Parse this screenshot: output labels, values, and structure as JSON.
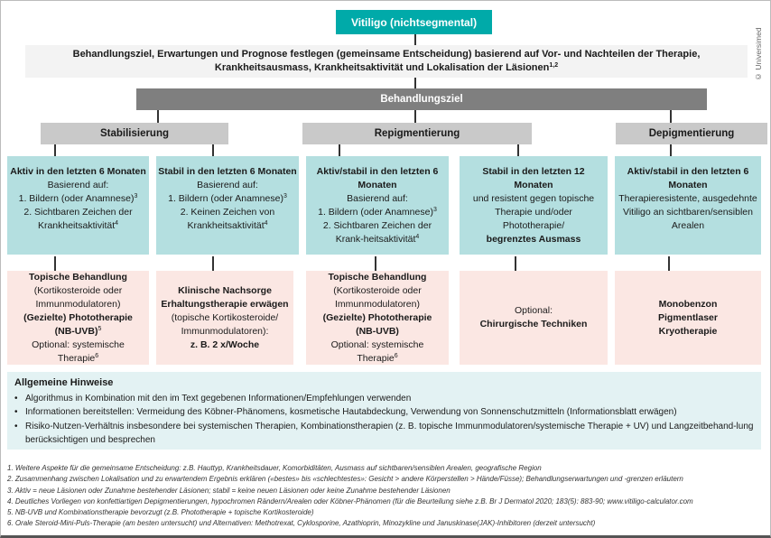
{
  "colors": {
    "title": "#00aaa9",
    "goal_bar": "#7f7f7f",
    "category": "#c9c9c9",
    "condition": "#b4dfe0",
    "therapy": "#fbe7e3",
    "notes": "#e3f2f3"
  },
  "copyright": "© Universimed",
  "title": "Vitiligo (nichtsegmental)",
  "goal": {
    "text": "Behandlungsziel, Erwartungen und Prognose festlegen (gemeinsame Entscheidung) basierend auf Vor- und Nachteilen der Therapie, Krankheitsausmass, Krankheitsaktivität und Lokalisation der Läsionen",
    "sup": "1,2"
  },
  "behandlungsziel": "Behandlungsziel",
  "categories": [
    "Stabilisierung",
    "Repigmentierung",
    "Depigmentierung"
  ],
  "conditions": [
    {
      "head": "Aktiv in den letzten 6 Monaten",
      "l1": "Basierend auf:",
      "l2": "1. Bildern (oder Anamnese)",
      "s2": "3",
      "l3": "2. Sichtbaren Zeichen der Krankheitsaktivität",
      "s3": "4"
    },
    {
      "head": "Stabil in den letzten 6 Monaten",
      "l1": "Basierend auf:",
      "l2": "1. Bildern (oder Anamnese)",
      "s2": "3",
      "l3": "2. Keinen Zeichen von Krankheitsaktivität",
      "s3": "4"
    },
    {
      "head": "Aktiv/stabil in den letzten 6 Monaten",
      "l1": "Basierend auf:",
      "l2": "1. Bildern (oder Anamnese)",
      "s2": "3",
      "l3": "2. Sichtbaren Zeichen der Krank-heitsaktivität",
      "s3": "4"
    },
    {
      "head": "Stabil in den letzten 12 Monaten",
      "l1": "und resistent gegen topische Therapie und/oder Phototherapie/",
      "bold": "begrenztes Ausmass"
    },
    {
      "head": "Aktiv/stabil in den letzten 6 Monaten",
      "l1": "Therapieresistente, ausgedehnte Vitiligo an sichtbaren/sensiblen Arealen"
    }
  ],
  "therapies": [
    {
      "b1": "Topische Behandlung",
      "t1": "(Kortikosteroide oder Immunmodulatoren)",
      "b2": "(Gezielte) Phototherapie (NB-UVB)",
      "s2": "5",
      "t2": "Optional: systemische Therapie",
      "s3": "6"
    },
    {
      "b1": "Klinische Nachsorge Erhaltungstherapie erwägen",
      "t1": "(topische Kortikosteroide/ Immunmodulatoren):",
      "b2": "z. B. 2 x/Woche"
    },
    {
      "b1": "Topische Behandlung",
      "t1": "(Kortikosteroide oder Immunmodulatoren)",
      "b2": "(Gezielte) Phototherapie (NB-UVB)",
      "t2": "Optional: systemische Therapie",
      "s3": "6"
    },
    {
      "t1": "Optional:",
      "b2": "Chirurgische Techniken"
    },
    {
      "b1": "Monobenzon",
      "b2": "Pigmentlaser",
      "b3": "Kryotherapie"
    }
  ],
  "hinweise": {
    "title": "Allgemeine Hinweise",
    "items": [
      "Algorithmus in Kombination mit den im Text gegebenen Informationen/Empfehlungen verwenden",
      "Informationen bereitstellen: Vermeidung des Köbner-Phänomens, kosmetische Hautabdeckung, Verwendung von Sonnenschutzmitteln (Informationsblatt erwägen)",
      "Risiko-Nutzen-Verhältnis insbesondere bei systemischen Therapien, Kombinationstherapien (z. B. topische Immunmodulatoren/systemische Therapie + UV) und Langzeitbehand-lung berücksichtigen und besprechen"
    ]
  },
  "footnotes": [
    "1. Weitere Aspekte für die gemeinsame Entscheidung: z.B. Hauttyp, Krankheitsdauer, Komorbiditäten, Ausmass auf sichtbaren/sensiblen Arealen, geografische Region",
    "2. Zusammenhang zwischen Lokalisation und zu erwartendem Ergebnis erklären («bestes» bis «schlechtestes»: Gesicht > andere Körperstellen > Hände/Füsse); Behandlungserwartungen und -grenzen erläutern",
    "3. Aktiv = neue Läsionen oder Zunahme bestehender Läsionen; stabil = keine neuen Läsionen oder keine Zunahme bestehender Läsionen",
    "4. Deutliches Vorliegen von konfettiartigen Depigmentierungen, hypochromen Rändern/Arealen oder Köbner-Phänomen (für die Beurteilung siehe z.B. Br J Dermatol 2020; 183(5): 883-90; www.vitiligo-calculator.com",
    "5. NB-UVB und Kombinationstherapie bevorzugt (z.B. Phototherapie + topische Kortikosteroide)",
    "6. Orale Steroid-Mini-Puls-Therapie (am besten untersucht) und Alternativen: Methotrexat, Cyklosporine, Azathioprin, Minozykline und Januskinase(JAK)-Inhibitoren (derzeit untersucht)"
  ]
}
